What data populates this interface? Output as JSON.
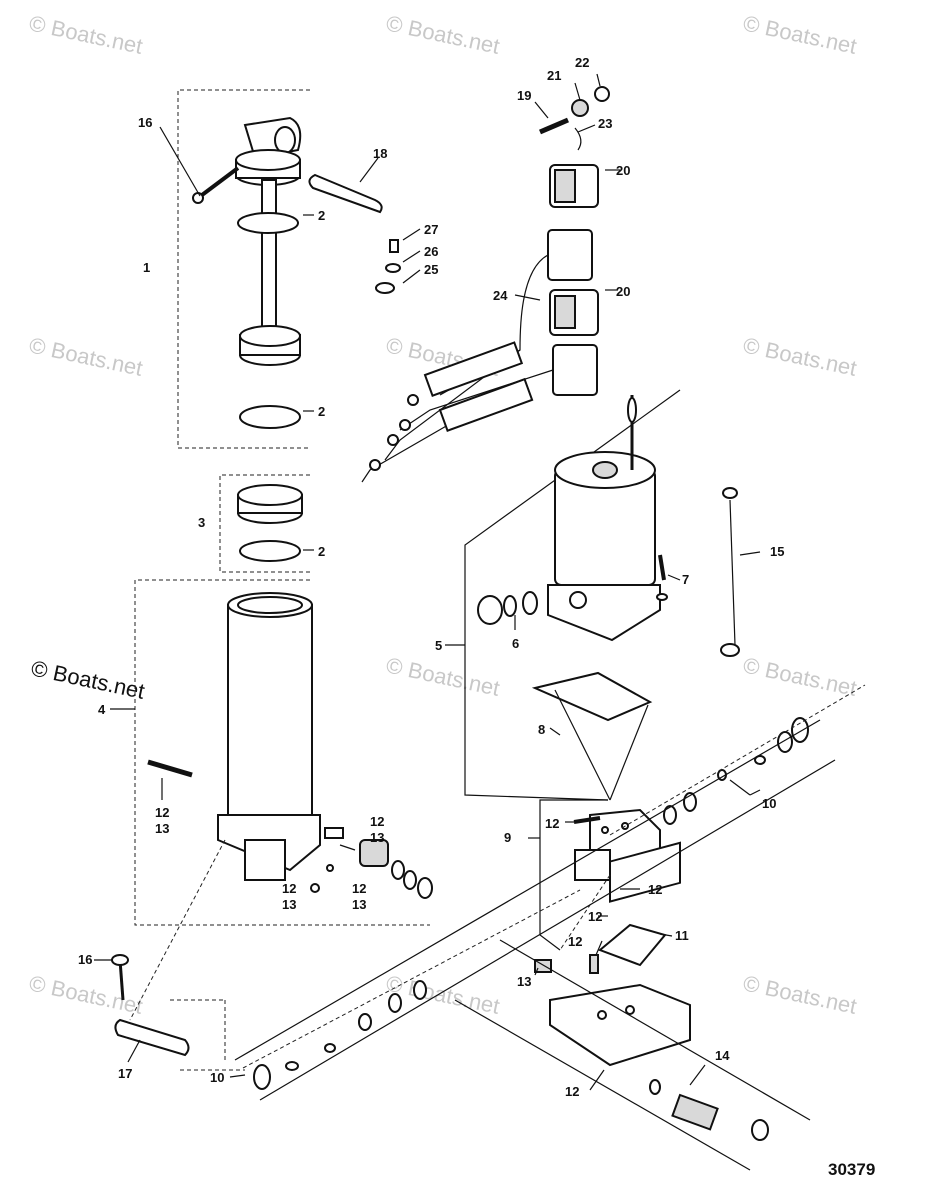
{
  "diagram": {
    "figure_number": "30379",
    "watermark_text": "© Boats.net",
    "callouts": [
      {
        "id": "c1",
        "text": "1"
      },
      {
        "id": "c2a",
        "text": "2"
      },
      {
        "id": "c2b",
        "text": "2"
      },
      {
        "id": "c2c",
        "text": "2"
      },
      {
        "id": "c3",
        "text": "3"
      },
      {
        "id": "c4",
        "text": "4"
      },
      {
        "id": "c5",
        "text": "5"
      },
      {
        "id": "c6",
        "text": "6"
      },
      {
        "id": "c7",
        "text": "7"
      },
      {
        "id": "c8",
        "text": "8"
      },
      {
        "id": "c9",
        "text": "9"
      },
      {
        "id": "c10a",
        "text": "10"
      },
      {
        "id": "c10b",
        "text": "10"
      },
      {
        "id": "c11",
        "text": "11"
      },
      {
        "id": "c12a",
        "text": "12"
      },
      {
        "id": "c13a",
        "text": "13"
      },
      {
        "id": "c12b",
        "text": "12"
      },
      {
        "id": "c13b",
        "text": "13"
      },
      {
        "id": "c12c",
        "text": "12"
      },
      {
        "id": "c13c",
        "text": "13"
      },
      {
        "id": "c12d",
        "text": "12"
      },
      {
        "id": "c13d",
        "text": "13"
      },
      {
        "id": "c12e",
        "text": "12"
      },
      {
        "id": "c12f",
        "text": "12"
      },
      {
        "id": "c12g",
        "text": "12"
      },
      {
        "id": "c12h",
        "text": "12"
      },
      {
        "id": "c12i",
        "text": "12"
      },
      {
        "id": "c13e",
        "text": "13"
      },
      {
        "id": "c14",
        "text": "14"
      },
      {
        "id": "c15",
        "text": "15"
      },
      {
        "id": "c16a",
        "text": "16"
      },
      {
        "id": "c16b",
        "text": "16"
      },
      {
        "id": "c17",
        "text": "17"
      },
      {
        "id": "c18",
        "text": "18"
      },
      {
        "id": "c19",
        "text": "19"
      },
      {
        "id": "c20a",
        "text": "20"
      },
      {
        "id": "c20b",
        "text": "20"
      },
      {
        "id": "c21",
        "text": "21"
      },
      {
        "id": "c22",
        "text": "22"
      },
      {
        "id": "c23",
        "text": "23"
      },
      {
        "id": "c24",
        "text": "24"
      },
      {
        "id": "c25",
        "text": "25"
      },
      {
        "id": "c26",
        "text": "26"
      },
      {
        "id": "c27",
        "text": "27"
      }
    ]
  }
}
